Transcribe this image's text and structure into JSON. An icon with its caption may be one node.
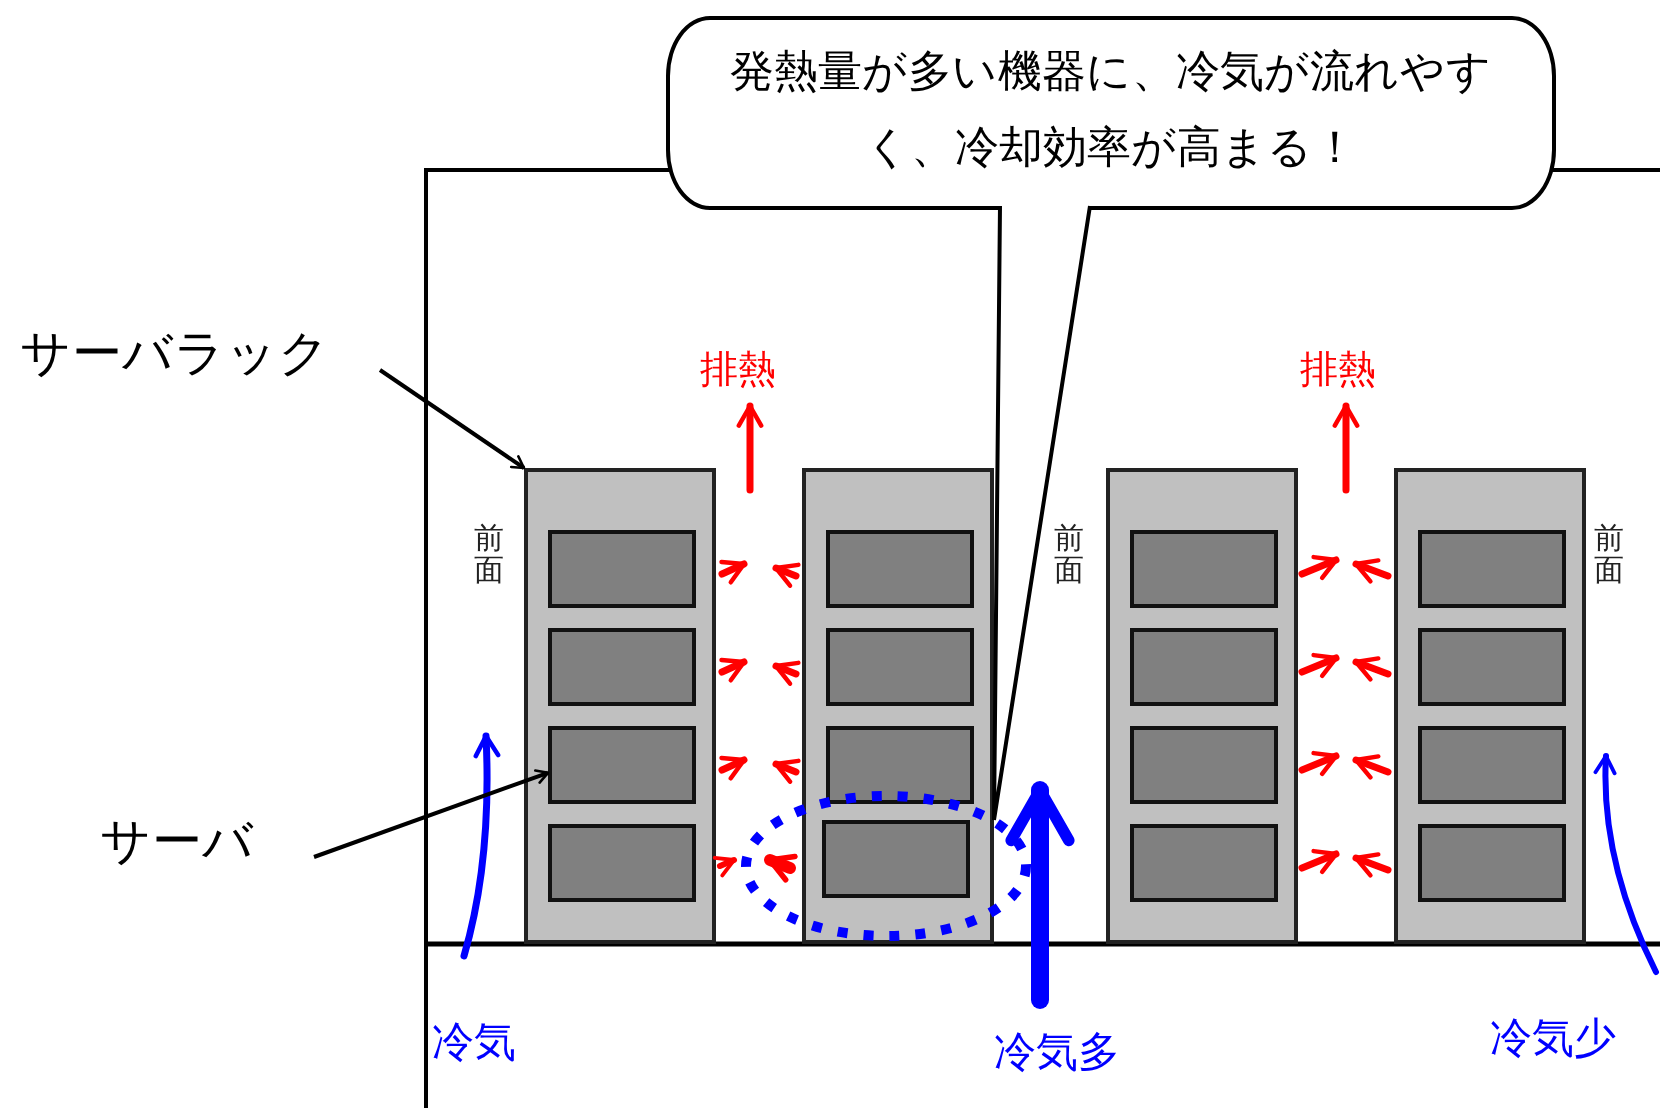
{
  "diagram": {
    "nodes": [
      {
        "text": [
          "サーバラック"
        ]
      },
      {
        "text": [
          "サーバ"
        ]
      },
      {
        "text": [
          "発熱量が多い機器に、冷気が流れやすく、冷却効率が高まる！"
        ]
      },
      {
        "text": [],
        "shape": "box"
      },
      {
        "text": [],
        "shape": "box",
        "in": 3
      },
      {
        "text": [],
        "shape": "box",
        "in": 3
      },
      {
        "text": [],
        "shape": "box",
        "in": 3
      },
      {
        "text": [],
        "shape": "box",
        "in": 3
      },
      {
        "text": [],
        "shape": "box"
      },
      {
        "text": [],
        "shape": "box",
        "in": 8
      },
      {
        "text": [],
        "shape": "box",
        "in": 8
      },
      {
        "text": [],
        "shape": "box",
        "in": 8
      },
      {
        "text": [],
        "shape": "box"
      },
      {
        "text": [],
        "shape": "box"
      },
      {
        "text": [],
        "shape": "box",
        "in": 13
      },
      {
        "text": [],
        "shape": "box",
        "in": 13
      },
      {
        "text": [],
        "shape": "box",
        "in": 13
      },
      {
        "text": [],
        "shape": "box",
        "in": 13
      },
      {
        "text": [],
        "shape": "box"
      },
      {
        "text": [],
        "shape": "box",
        "in": 18
      },
      {
        "text": [],
        "shape": "box",
        "in": 18
      },
      {
        "text": [],
        "shape": "box",
        "in": 18
      },
      {
        "text": [],
        "shape": "box",
        "in": 18
      },
      {
        "text": [],
        "shape": "ellipse"
      }
    ],
    "edges": [
      {
        "from": 0,
        "to": 3,
        "arrow": "to"
      },
      {
        "from": 1,
        "to": 6,
        "arrow": "to"
      },
      {
        "from": 2,
        "to": 23,
        "arrow": "none"
      }
    ],
    "labels": [
      "排熱",
      "排熱",
      "前面",
      "前面",
      "前面",
      "冷気",
      "冷気多",
      "冷気少"
    ]
  }
}
